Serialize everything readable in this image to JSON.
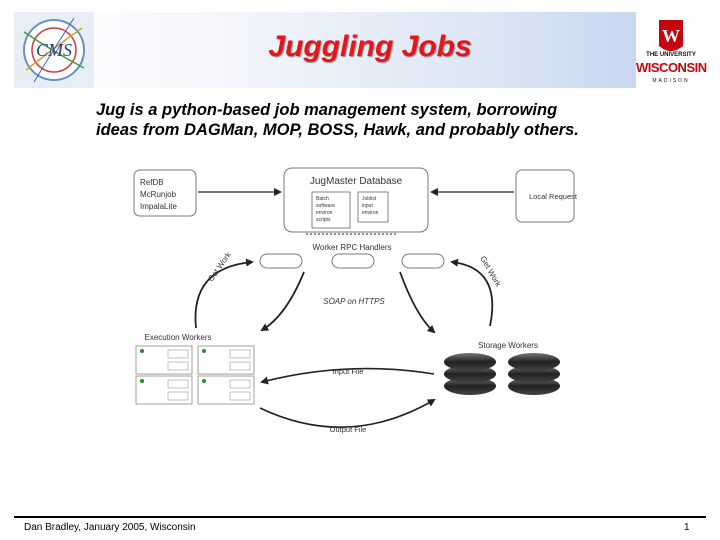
{
  "slide": {
    "title": "Juggling Jobs",
    "subtitle_line1": "Jug is a python-based job management system, borrowing",
    "subtitle_line2": "ideas from DAGMan, MOP, BOSS, Hawk, and probably others."
  },
  "logos": {
    "left_text": "CMS",
    "right_line1": "THE UNIVERSITY",
    "right_line2": "WISCONSIN",
    "right_line3": "MADISON",
    "right_crest_letter": "W"
  },
  "diagram": {
    "left_box": [
      "RefDB",
      "McRunjob",
      "ImpalaLite"
    ],
    "db_title": "JugMaster Database",
    "batch_lines": [
      "Batch",
      "software",
      "environ",
      "scripts"
    ],
    "joblist_lines": [
      "Joblist",
      "input",
      "environ"
    ],
    "local_request": "Local Request",
    "rpc_handlers": "Worker RPC Handlers",
    "get_work_left": "Get Work",
    "get_work_right": "Get Work",
    "soap": "SOAP on HTTPS",
    "exec_workers": "Execution Workers",
    "storage_workers": "Storage Workers",
    "input_file": "Input File",
    "output_file": "Output File"
  },
  "footer": {
    "left": "Dan Bradley, January 2005, Wisconsin",
    "page": "1"
  },
  "colors": {
    "title": "#e8141c",
    "uw_red": "#c5050c"
  }
}
